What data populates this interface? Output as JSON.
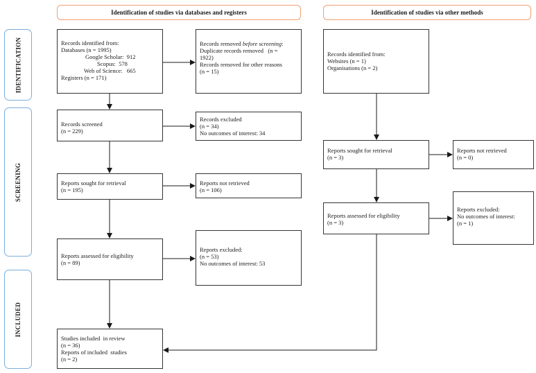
{
  "headers": {
    "databases": "Identification of studies via databases and registers",
    "other": "Identification of studies via other methods"
  },
  "phases": {
    "identification": "IDENTIFICATION",
    "screening": "SCREENING",
    "included": "INCLUDED"
  },
  "left": {
    "records_identified": {
      "line1": "Records identified from:",
      "line2": "Databases (n = 1995)",
      "line3": "Google Scholar:  912",
      "line4": "Scopus:  578",
      "line5": "Web of Science:   665",
      "line6": "Registers (n = 171)"
    },
    "records_removed": {
      "line1a": "Records removed ",
      "line1b": "before screening",
      "line1c": ":",
      "line2": "Duplicate records removed   (n =",
      "line3": "1922)",
      "line4": "Records removed for other reasons",
      "line5": "(n = 15)"
    },
    "records_screened": {
      "line1": "Records screened",
      "line2": "(n = 229)"
    },
    "records_excluded": {
      "line1": "Records excluded",
      "line2": "(n = 34)",
      "line3": "No outcomes of interest: 34"
    },
    "sought": {
      "line1": "Reports sought for retrieval",
      "line2": "(n = 195)"
    },
    "not_retrieved": {
      "line1": "Reports not retrieved",
      "line2": "(n = 106)"
    },
    "assessed": {
      "line1": "Reports assessed for eligibility",
      "line2": "(n = 89)"
    },
    "excluded": {
      "line1": "Reports excluded:",
      "line2": "(n = 53)",
      "line3": "No outcomes of interest: 53"
    },
    "included": {
      "line1": "Studies included  in review",
      "line2": "(n = 36)",
      "line3": "Reports of included  studies",
      "line4": "(n = 2)"
    }
  },
  "right": {
    "records_identified": {
      "line1": "Records identified from:",
      "line2": "Websites (n = 1)",
      "line3": "Organisations (n = 2)"
    },
    "sought": {
      "line1": "Reports sought for retrieval",
      "line2": "(n = 3)"
    },
    "not_retrieved": {
      "line1": "Reports not retrieved",
      "line2": "(n = 0)"
    },
    "assessed": {
      "line1": "Reports assessed for eligibility",
      "line2": "(n = 3)"
    },
    "excluded": {
      "line1": "Reports excluded:",
      "line2": "No outcomes of interest:",
      "line3": "(n = 1)"
    }
  }
}
